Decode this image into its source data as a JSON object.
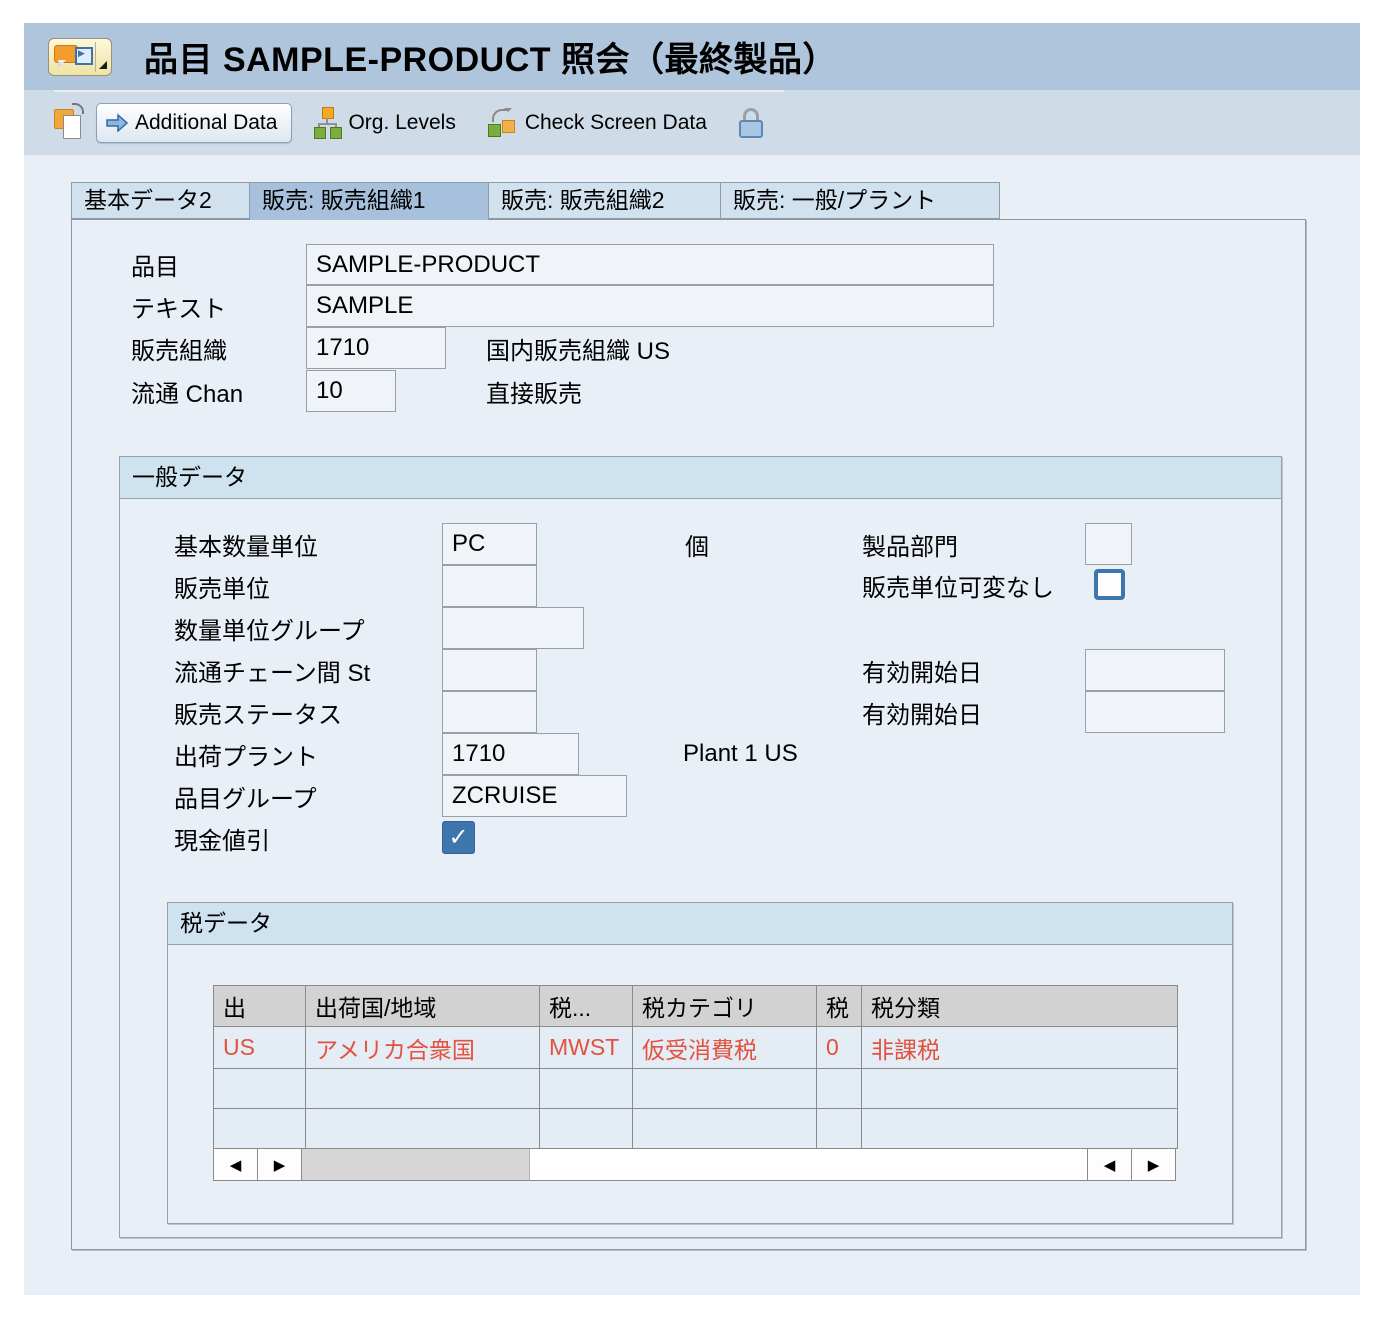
{
  "title_bar": {
    "title": "品目 SAMPLE-PRODUCT 照会（最終製品）"
  },
  "toolbar": {
    "additional_data_label": "Additional Data",
    "org_levels_label": "Org. Levels",
    "check_screen_data_label": "Check Screen Data"
  },
  "tabs": [
    {
      "label": "基本データ2",
      "active": false
    },
    {
      "label": "販売: 販売組織1",
      "active": true
    },
    {
      "label": "販売: 販売組織2",
      "active": false
    },
    {
      "label": "販売: 一般/プラント",
      "active": false
    }
  ],
  "header_fields": {
    "material": {
      "label": "品目",
      "value": "SAMPLE-PRODUCT"
    },
    "text": {
      "label": "テキスト",
      "value": "SAMPLE"
    },
    "sales_org": {
      "label": "販売組織",
      "value": "1710",
      "description": "国内販売組織 US"
    },
    "distribution_channel": {
      "label": "流通 Chan",
      "value": "10",
      "description": "直接販売"
    }
  },
  "general_data": {
    "section_title": "一般データ",
    "fields": {
      "base_unit": {
        "label": "基本数量単位",
        "value": "PC",
        "description": "個"
      },
      "sales_unit": {
        "label": "販売単位",
        "value": ""
      },
      "unit_group": {
        "label": "数量単位グループ",
        "value": ""
      },
      "cross_dchain_status": {
        "label": "流通チェーン間 St",
        "value": ""
      },
      "sales_status": {
        "label": "販売ステータス",
        "value": ""
      },
      "delivering_plant": {
        "label": "出荷プラント",
        "value": "1710",
        "description": "Plant 1 US"
      },
      "material_group": {
        "label": "品目グループ",
        "value": "ZCRUISE"
      },
      "cash_discount": {
        "label": "現金値引",
        "checked": true
      },
      "division": {
        "label": "製品部門",
        "value": ""
      },
      "sales_unit_not_variable": {
        "label": "販売単位可変なし",
        "checked": false
      },
      "valid_from_1": {
        "label": "有効開始日",
        "value": ""
      },
      "valid_from_2": {
        "label": "有効開始日",
        "value": ""
      }
    }
  },
  "tax_data": {
    "section_title": "税データ",
    "table": {
      "headers": [
        "出",
        "出荷国/地域",
        "税...",
        "税カテゴリ",
        "税",
        "税分類"
      ],
      "rows": [
        [
          "US",
          "アメリカ合衆国",
          "MWST",
          "仮受消費税",
          "0",
          "非課税"
        ]
      ],
      "empty_rows": 2
    }
  },
  "colors": {
    "titlebar_bg": "#aec5db",
    "toolbar_bg": "#cfdce8",
    "content_bg": "#e9eff6",
    "active_tab_bg": "#a7c0dc",
    "inactive_tab_bg": "#d2e1ee",
    "section_header_bg": "#cfe2f0",
    "table_header_bg": "#d2d2d2",
    "table_row_bg": "#e4ecf5",
    "tax_row_text": "#e2523e",
    "checkbox_blue": "#3d76ac"
  }
}
